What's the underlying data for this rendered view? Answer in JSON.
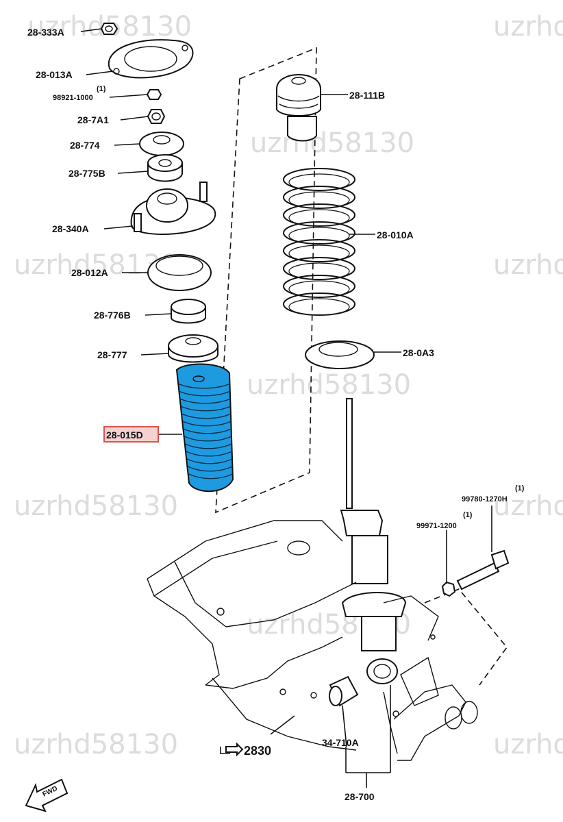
{
  "colors": {
    "highlight_fill": "#1e9be0",
    "label_box_fill": "#f4d2d0",
    "label_box_stroke": "#d9534f",
    "watermark": "#d6d6d6"
  },
  "watermark": "uzrhd58130",
  "labels": {
    "p333a": "28-333A",
    "p013a": "28-013A",
    "p98921_qty": "(1)",
    "p98921": "98921-1000",
    "p7a1": "28-7A1",
    "p774": "28-774",
    "p775b": "28-775B",
    "p340a": "28-340A",
    "p012a": "28-012A",
    "p776b": "28-776B",
    "p777": "28-777",
    "p015d": "28-015D",
    "p111b": "28-111B",
    "p010a": "28-010A",
    "p0a3": "28-0A3",
    "p99780_qty": "(1)",
    "p99780": "99780-1270H",
    "p99971_qty": "(1)",
    "p99971": "99971-1200",
    "p2830": "2830",
    "p34710a": "34-710A",
    "p700": "28-700",
    "fwd": "FWD"
  },
  "highlighted_part": "28-015D"
}
